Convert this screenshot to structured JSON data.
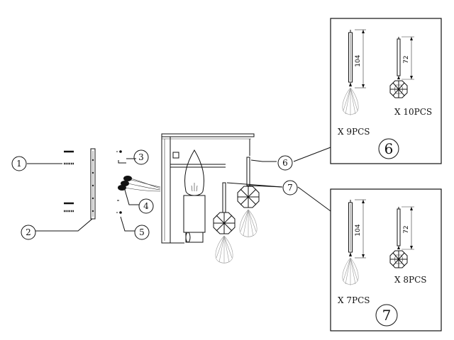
{
  "callouts": [
    {
      "id": "1",
      "text": "1"
    },
    {
      "id": "2",
      "text": "2"
    },
    {
      "id": "3",
      "text": "3"
    },
    {
      "id": "4",
      "text": "4"
    },
    {
      "id": "5",
      "text": "5"
    },
    {
      "id": "6",
      "text": "6"
    },
    {
      "id": "7",
      "text": "7"
    }
  ],
  "box6": {
    "number": "6",
    "long_dim": "104",
    "short_dim": "72",
    "qty_long": "X 9PCS",
    "qty_short": "X 10PCS"
  },
  "box7": {
    "number": "7",
    "long_dim": "104",
    "short_dim": "72",
    "qty_long": "X 7PCS",
    "qty_short": "X 8PCS"
  }
}
